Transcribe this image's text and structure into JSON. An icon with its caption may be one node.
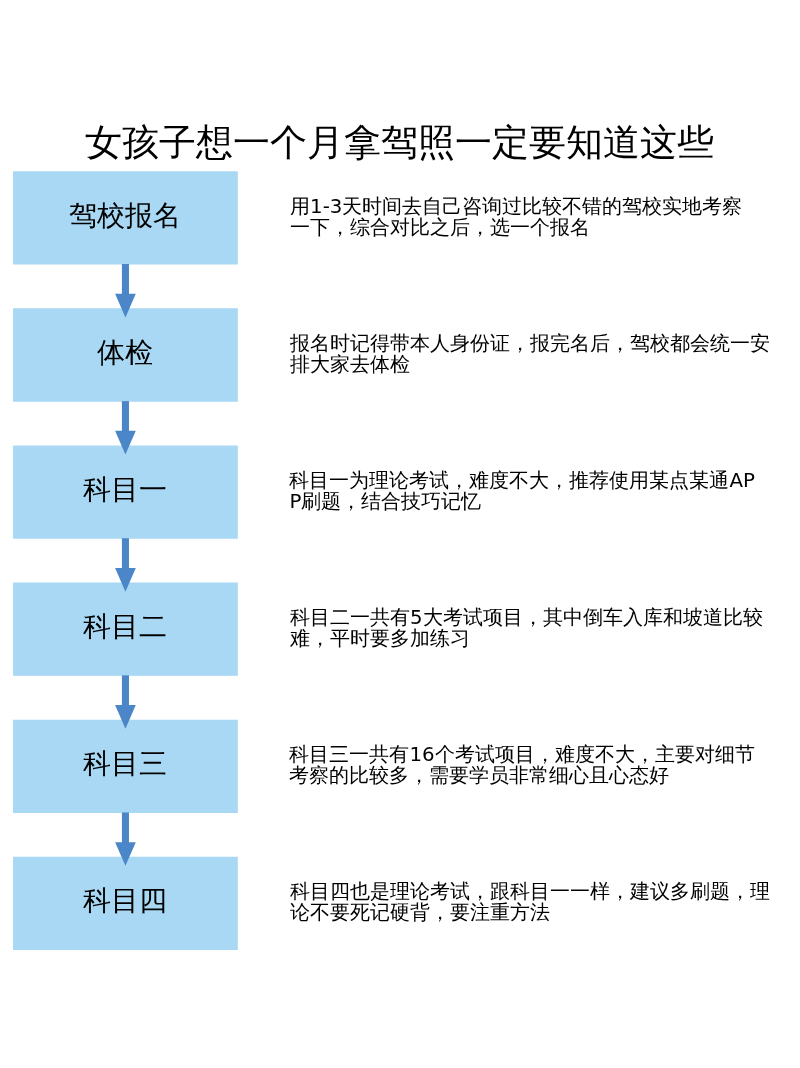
{
  "diagram": {
    "title": "女孩子想一个月拿驾照一定要知道这些",
    "nodes": [
      {
        "text": [
          "驾校报名"
        ],
        "beside": [
          "用1-3天时间去自己咨询过比较不错的驾校实地考察一下，综合对比之后，选一个报名"
        ]
      },
      {
        "text": [
          "体检"
        ],
        "beside": [
          "报名时记得带本人身份证，报完名后，驾校都会统一安排大家去体检"
        ]
      },
      {
        "text": [
          "科目一"
        ],
        "beside": [
          "科目一为理论考试，难度不大，推荐使用某点某通APP刷题，结合技巧记忆"
        ]
      },
      {
        "text": [
          "科目二"
        ],
        "beside": [
          "科目二一共有5大考试项目，其中倒车入库和坡道比较难，平时要多加练习"
        ]
      },
      {
        "text": [
          "科目三"
        ],
        "beside": [
          "科目三一共有16个考试项目，难度不大，主要对细节考察的比较多，需要学员非常细心且心态好"
        ]
      },
      {
        "text": [
          "科目四"
        ],
        "beside": [
          "科目四也是理论考试，跟科目一一样，建议多刷题，理论不要死记硬背，要注重方法"
        ]
      }
    ],
    "edges": [
      {
        "from": 0,
        "to": 1,
        "arrow": "to"
      },
      {
        "from": 1,
        "to": 2,
        "arrow": "to"
      },
      {
        "from": 2,
        "to": 3,
        "arrow": "to"
      },
      {
        "from": 3,
        "to": 4,
        "arrow": "to"
      },
      {
        "from": 4,
        "to": 5,
        "arrow": "to"
      }
    ]
  }
}
